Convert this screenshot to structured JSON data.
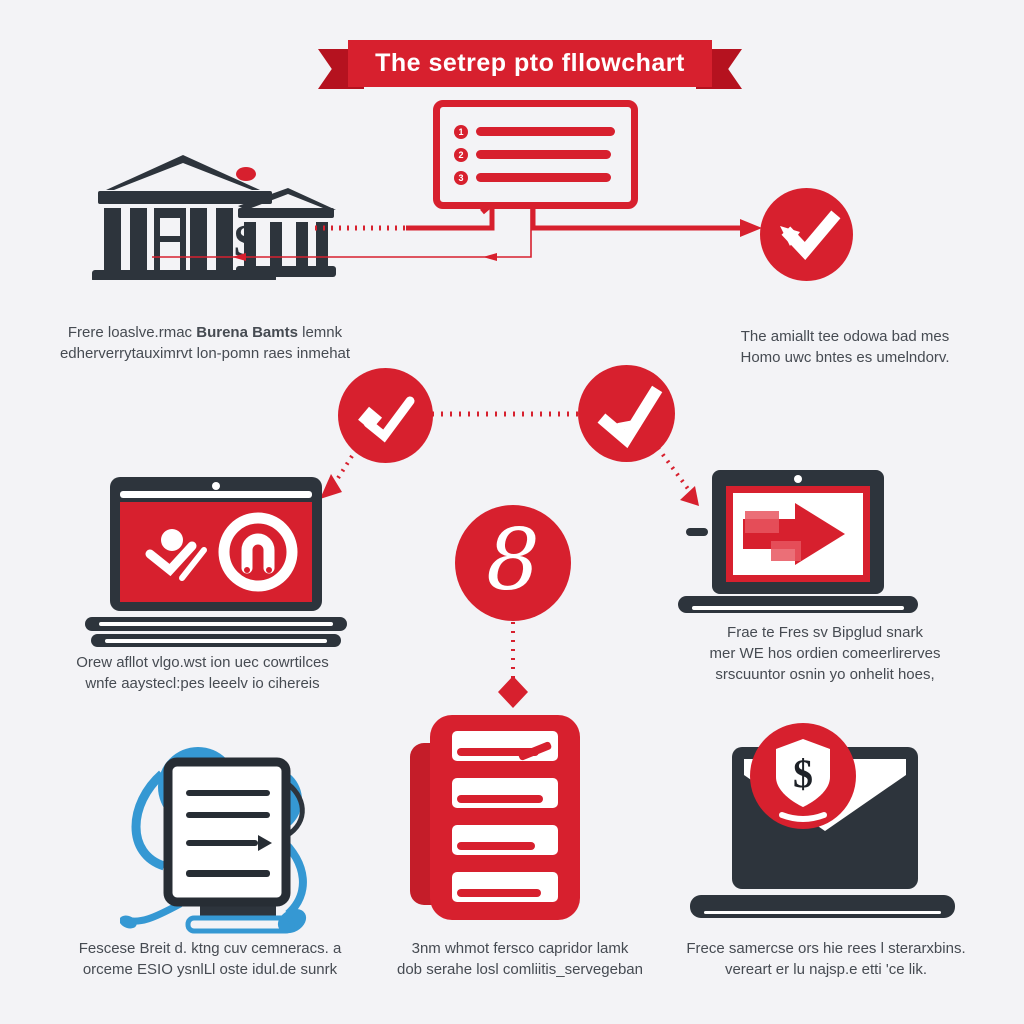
{
  "colors": {
    "red": "#d7202e",
    "red_dark": "#b5121f",
    "charcoal": "#2d343c",
    "blue": "#3598d3",
    "text": "#464b52",
    "background": "#f3f3f6"
  },
  "banner": {
    "title": "The setrep pto fllowchart"
  },
  "checklist": {
    "items": [
      "1",
      "2",
      "3"
    ]
  },
  "icons": {
    "dollar": "$",
    "step_number": "8"
  },
  "captions": {
    "bank_l1": {
      "pre": "Frere loaslve.rmac ",
      "bold": "Burena Bamts",
      "post": " lemnk"
    },
    "bank_l2": "edherverrytauximrvt lon-pomn raes inmehat",
    "approval": [
      "The amiallt tee odowa bad mes",
      "Homo uwc bntes es umelndorv."
    ],
    "laptop_left": [
      "Orew afllot vlgo.wst ion uec cowrtilces",
      "wnfe aaystecl:pes leeelv io cihereis"
    ],
    "laptop_right": [
      "Frae te Fres sv Bipglud snark",
      "mer WE hos ordien comeerlirerves",
      "srscuuntor osnin yo onhelit hoes,"
    ],
    "documents": [
      "Fescese Breit d. ktng cuv cemneracs. a",
      "orceme ESIO ysnlLl oste idul.de sunrk"
    ],
    "red_list": [
      "3nm whmot fersco capridor lamk",
      "dob serahe losl comliitis_servegeban"
    ],
    "secure": [
      "Frece samercse ors hie rees l sterarxbins.",
      "vereart er lu najsp.e etti 'ce lik."
    ]
  }
}
